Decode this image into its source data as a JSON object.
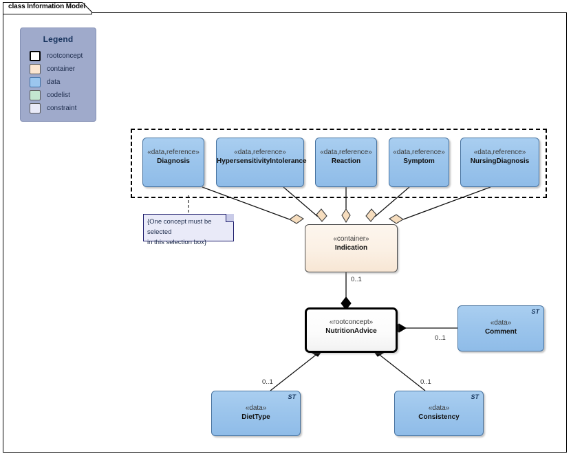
{
  "diagram": {
    "title": "class Information Model",
    "type": "uml-class-diagram"
  },
  "legend": {
    "title": "Legend",
    "items": [
      {
        "label": "rootconcept",
        "swatch": "rootconcept-swatch",
        "color": "#ffffff"
      },
      {
        "label": "container",
        "swatch": "container-swatch",
        "color": "#FAE5D0"
      },
      {
        "label": "data",
        "swatch": "data-swatch",
        "color": "#9BC6EE"
      },
      {
        "label": "codelist",
        "swatch": "codelist-swatch",
        "color": "#C3E7CF"
      },
      {
        "label": "constraint",
        "swatch": "constraint-swatch",
        "color": "#E9EAF8"
      }
    ]
  },
  "selection_group": {
    "note_text_line1": "{One concept must be selected",
    "note_text_line2": "in this selection box}",
    "members": [
      {
        "stereotype": "«data,reference»",
        "name": "Diagnosis"
      },
      {
        "stereotype": "«data,reference»",
        "name": "HypersensitivityIntolerance"
      },
      {
        "stereotype": "«data,reference»",
        "name": "Reaction"
      },
      {
        "stereotype": "«data,reference»",
        "name": "Symptom"
      },
      {
        "stereotype": "«data,reference»",
        "name": "NursingDiagnosis"
      }
    ]
  },
  "classes": {
    "indication": {
      "stereotype": "«container»",
      "name": "Indication",
      "kind": "container"
    },
    "nutrition_advice": {
      "stereotype": "«rootconcept»",
      "name": "NutritionAdvice",
      "kind": "rootconcept"
    },
    "comment": {
      "stereotype": "«data»",
      "name": "Comment",
      "kind": "data",
      "type_marker": "ST"
    },
    "diet_type": {
      "stereotype": "«data»",
      "name": "DietType",
      "kind": "data",
      "type_marker": "ST"
    },
    "consistency": {
      "stereotype": "«data»",
      "name": "Consistency",
      "kind": "data",
      "type_marker": "ST"
    }
  },
  "multiplicities": {
    "indication_to_nutritionadvice": "0..1",
    "nutritionadvice_to_comment": "0..1",
    "nutritionadvice_to_diettype": "0..1",
    "nutritionadvice_to_consistency": "0..1"
  },
  "colors": {
    "data_fill": "#9BC6EE",
    "container_fill": "#FAE5D0",
    "rootconcept_fill": "#ffffff",
    "codelist_fill": "#C3E7CF",
    "constraint_fill": "#E9EAF8",
    "legend_panel": "#9FAACB",
    "aggregation_diamond": "#F6DDBE"
  }
}
